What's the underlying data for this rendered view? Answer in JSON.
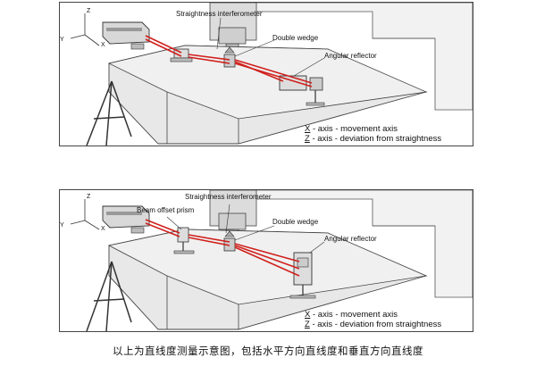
{
  "panels": [
    {
      "labels": {
        "interferometer": "Straightness interferometer",
        "double_wedge": "Double wedge",
        "reflector": "Angular reflector"
      },
      "axes": {
        "z": "Z",
        "y": "Y",
        "x": "X"
      },
      "legend": [
        {
          "letter": "X",
          "text": " - axis - movement axis"
        },
        {
          "letter": "Z",
          "text": " - axis - deviation from straightness"
        }
      ]
    },
    {
      "labels": {
        "interferometer": "Straightness interferometer",
        "prism": "Beam offset prism",
        "double_wedge": "Double wedge",
        "reflector": "Angular reflector"
      },
      "axes": {
        "z": "Z",
        "y": "Y",
        "x": "X"
      },
      "legend": [
        {
          "letter": "X",
          "text": " - axis - movement axis"
        },
        {
          "letter": "Z",
          "text": " - axis - deviation from straightness"
        }
      ]
    }
  ],
  "caption": "以上为直线度测量示意图，包括水平方向直线度和垂直方向直线度",
  "colors": {
    "beam": "#d0201c",
    "stroke": "#333333",
    "machine": "#e8e8e8"
  }
}
